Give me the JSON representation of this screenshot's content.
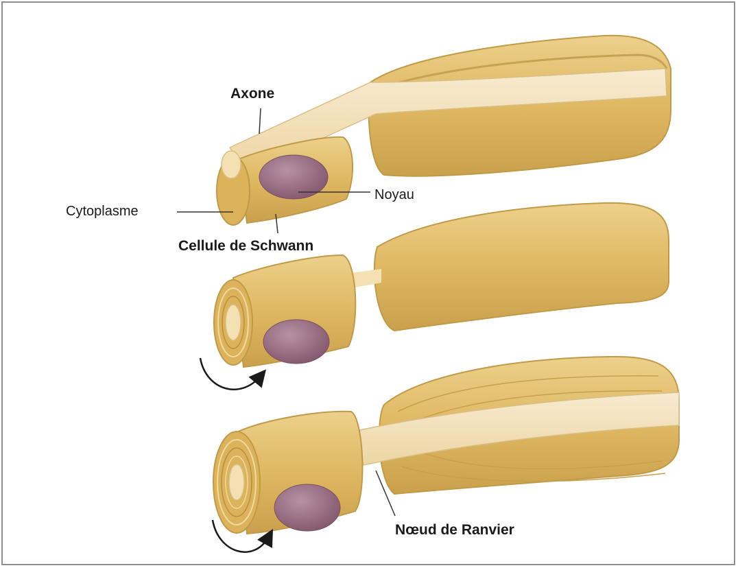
{
  "labels": {
    "axone": "Axone",
    "cytoplasme": "Cytoplasme",
    "noyau": "Noyau",
    "cellule_schwann": "Cellule de Schwann",
    "noeud_ranvier": "Nœud de Ranvier"
  },
  "colors": {
    "myelin": "#e2bf6a",
    "myelin_dark": "#c9a14b",
    "axon": "#f4e1b3",
    "nucleus": "#9a6a80",
    "frame": "#8e8e8e"
  }
}
